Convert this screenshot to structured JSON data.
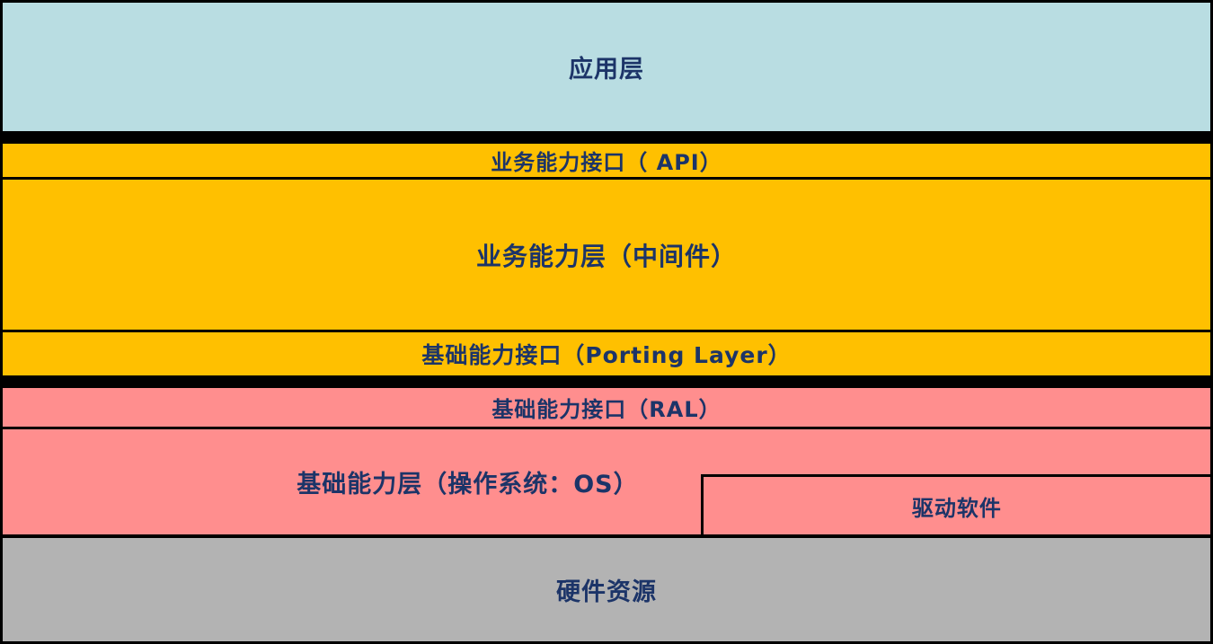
{
  "diagram_title": "layered-software-architecture",
  "layers": {
    "application": {
      "label": "应用层",
      "color": "#b9dde2"
    },
    "api": {
      "label": "业务能力接口（ API）",
      "color": "#ffc000"
    },
    "middleware": {
      "label": "业务能力层（中间件）",
      "color": "#ffc000"
    },
    "porting": {
      "label": "基础能力接口（Porting Layer）",
      "color": "#ffc000"
    },
    "ral": {
      "label": "基础能力接口（RAL）",
      "color": "#ff8e8e"
    },
    "os": {
      "label": "基础能力层（操作系统：OS）",
      "color": "#ff8e8e"
    },
    "driver": {
      "label": "驱动软件",
      "color": "#ff8e8e"
    },
    "hardware": {
      "label": "硬件资源",
      "color": "#b3b3b3"
    }
  },
  "colors": {
    "text": "#1c3468",
    "separator": "#000000",
    "outer_border": "#000000"
  }
}
